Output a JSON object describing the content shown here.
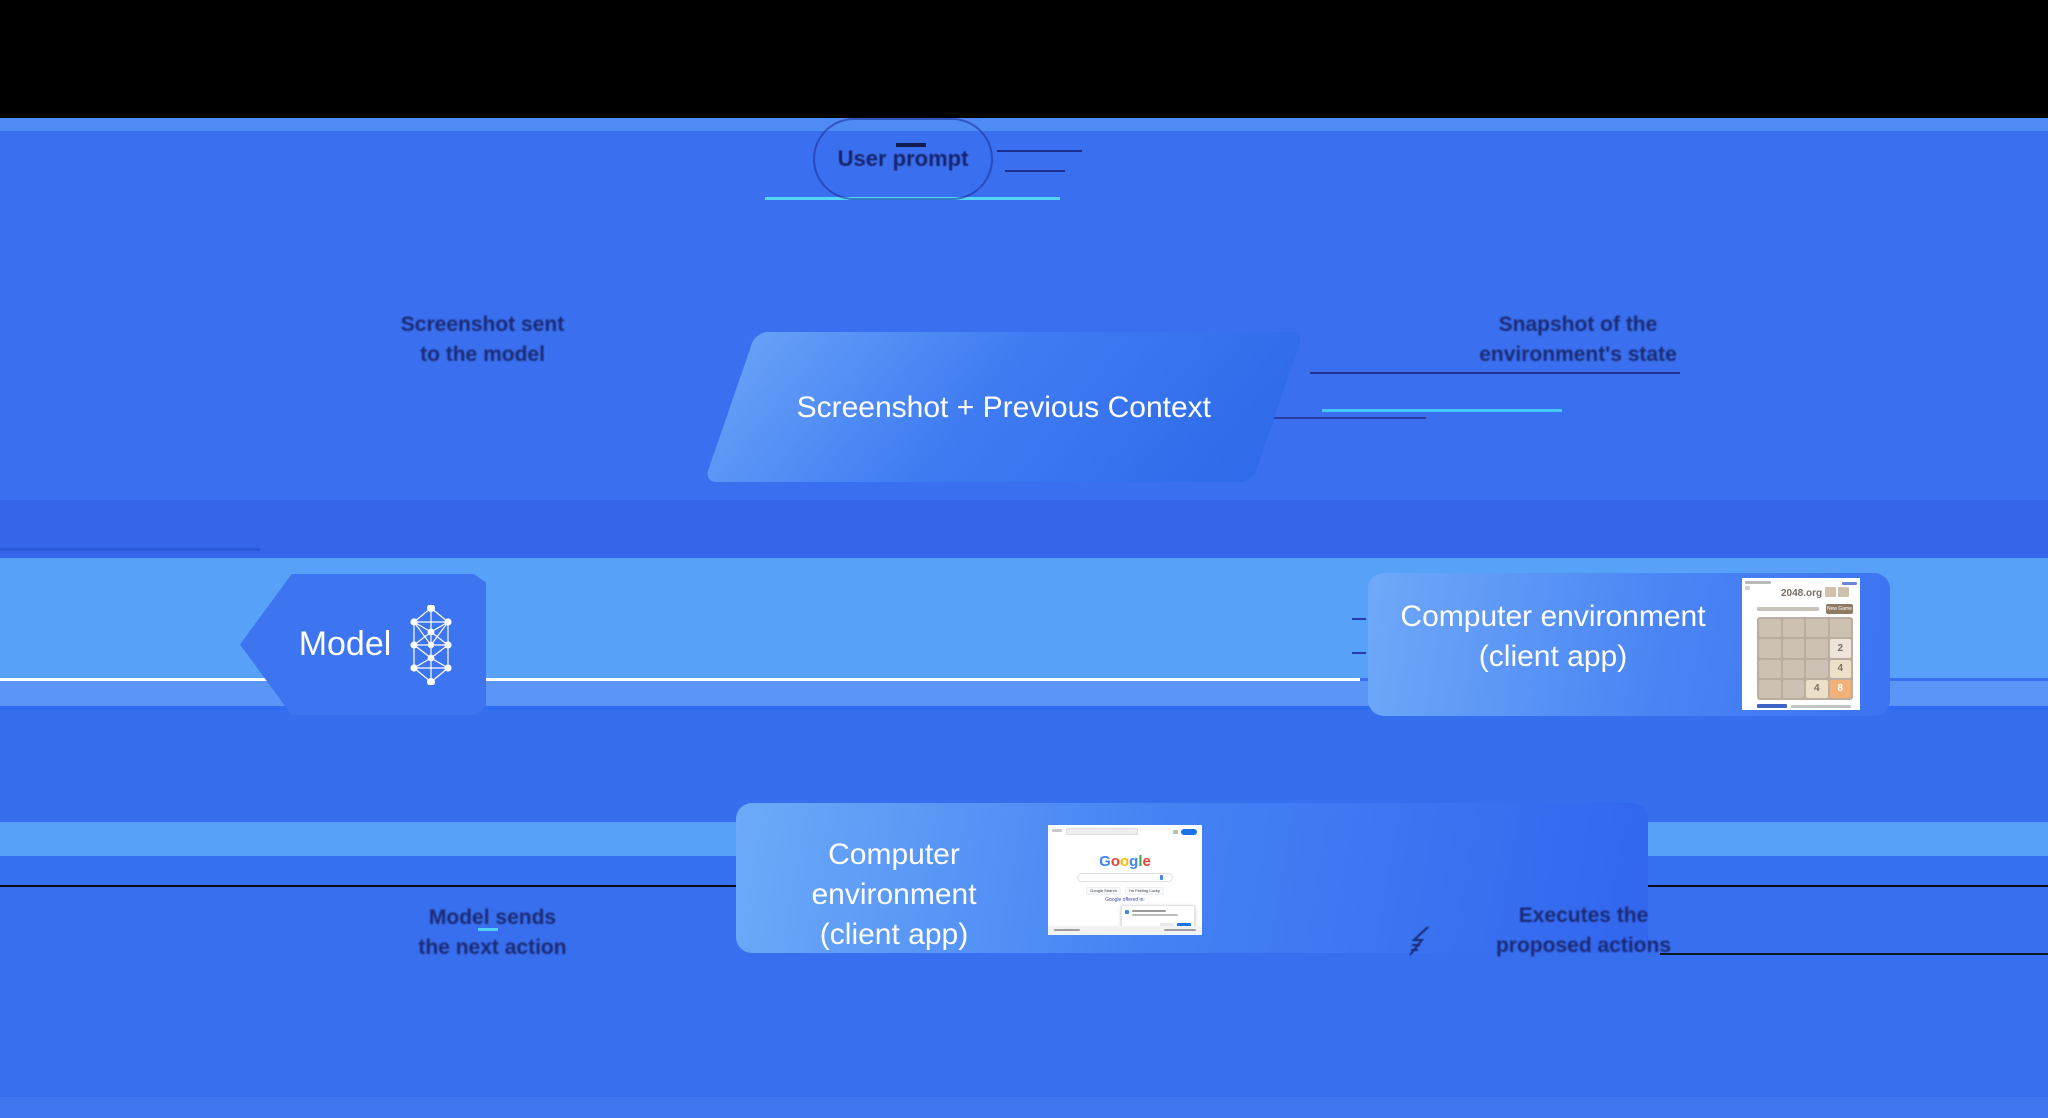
{
  "diagram": {
    "pill": {
      "label": "User prompt"
    },
    "context_shape": {
      "label": "Screenshot + Previous Context"
    },
    "model_shape": {
      "label": "Model"
    },
    "env_right": {
      "title": "Computer environment",
      "subtitle": "(client app)"
    },
    "env_bottom": {
      "title": "Computer environment",
      "subtitle": "(client app)"
    },
    "arrow_labels": {
      "top_left": {
        "line1": "Screenshot sent",
        "line2": "to the model"
      },
      "top_right": {
        "line1": "Snapshot of the",
        "line2": "environment's state"
      },
      "bottom_left": {
        "line1": "Model sends",
        "line2": "the next action"
      },
      "bottom_right": {
        "line1": "Executes the",
        "line2": "proposed actions"
      }
    }
  },
  "thumb_2048": {
    "site_title": "2048.org",
    "new_game_label": "New Game",
    "tiles": {
      "r2c4": "2",
      "r3c4": "4",
      "r4c3": "4",
      "r4c4": "8"
    }
  },
  "thumb_google": {
    "logo": "Google",
    "signin_label": "Sign in",
    "search_button": "Google Search",
    "lucky_button": "I'm Feeling Lucky",
    "offered_line": "Google offered in:"
  },
  "colors": {
    "band_light": "#57a0f8",
    "band_medium": "#3a70ef",
    "band_dark": "#3566e9",
    "label_navy": "#1b2a74",
    "accent_cyan": "#4fd2f1",
    "tile_orange": "#f2b179",
    "google_blue": "#1a73e8"
  }
}
